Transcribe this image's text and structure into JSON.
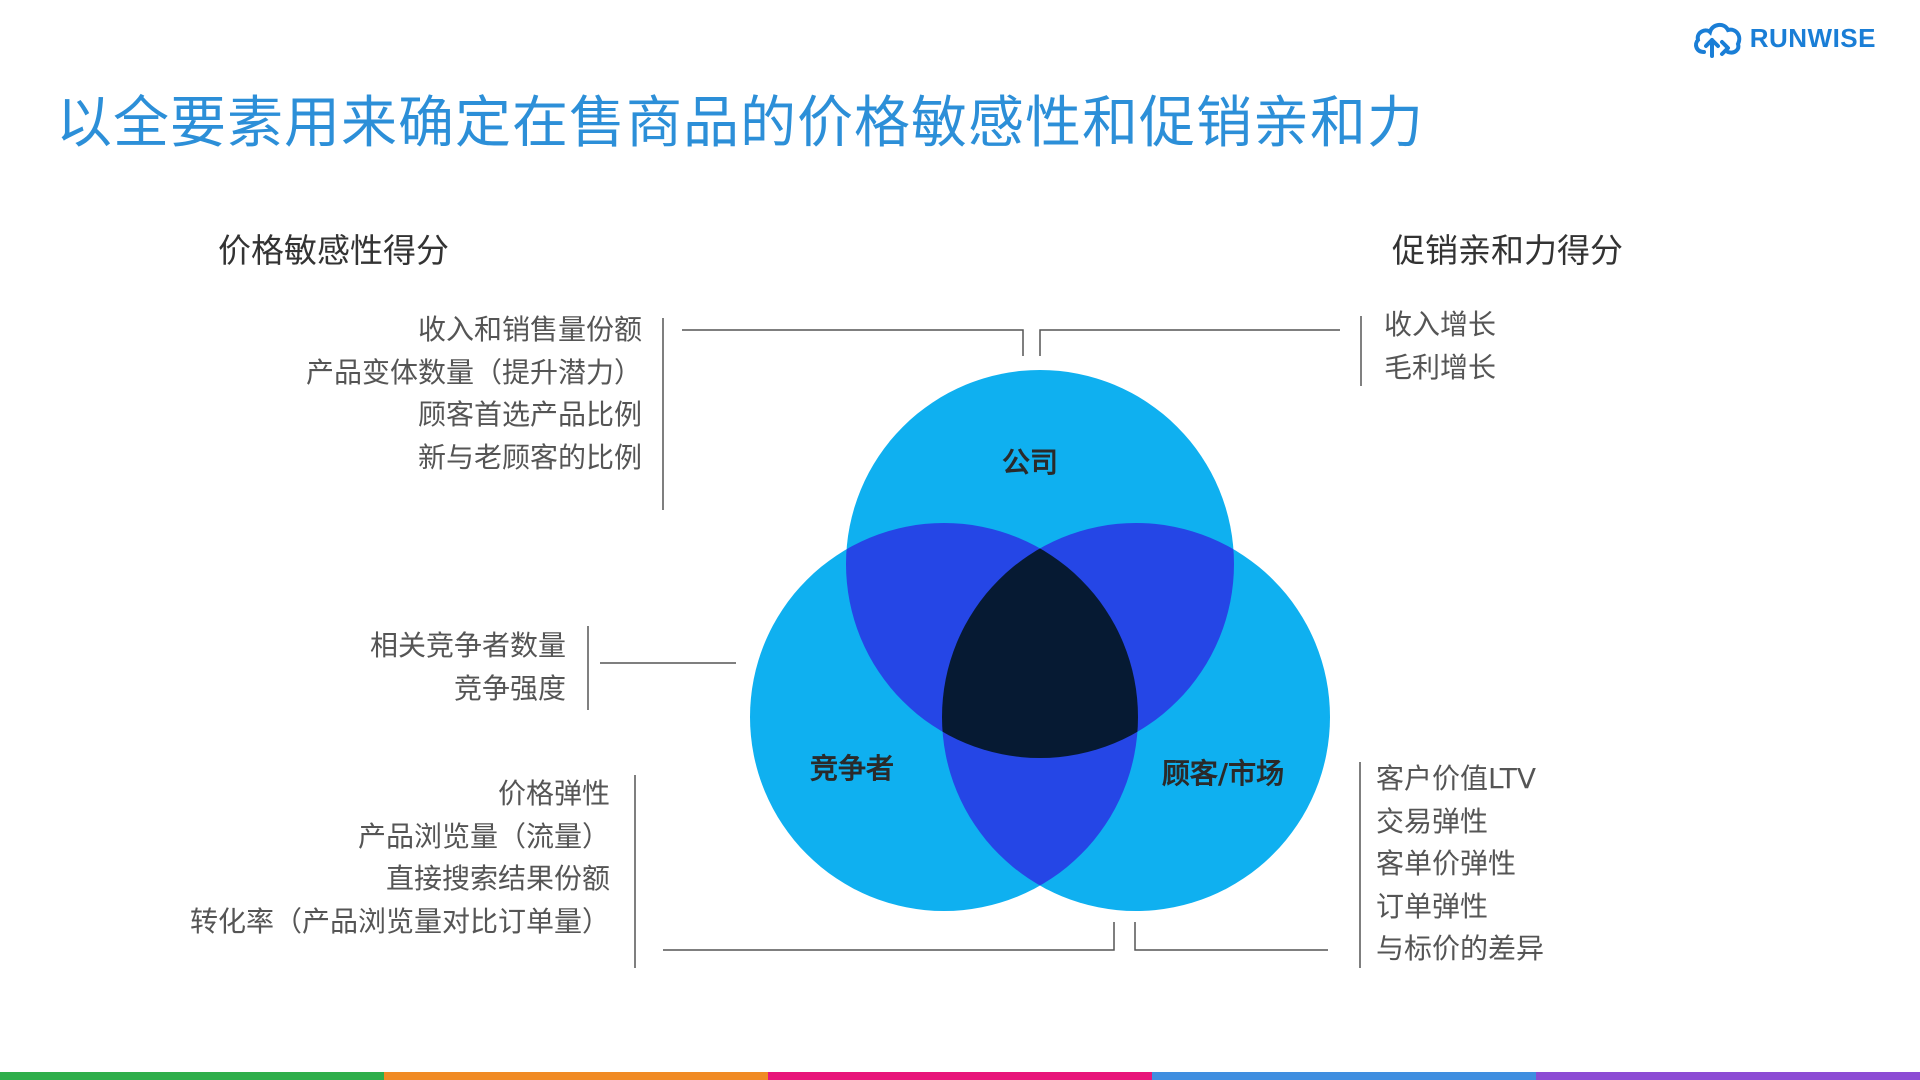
{
  "logo": {
    "text": "RUNWISE",
    "color": "#1a7ed6"
  },
  "title": {
    "text": "以全要素用来确定在售商品的价格敏感性和促销亲和力",
    "color": "#2c8fd8"
  },
  "left_header": "价格敏感性得分",
  "right_header": "促销亲和力得分",
  "company_metrics": [
    "收入和销售量份额",
    "产品变体数量（提升潜力）",
    "顾客首选产品比例",
    "新与老顾客的比例"
  ],
  "competitor_metrics_mid": [
    "相关竞争者数量",
    "竞争强度"
  ],
  "competitor_metrics_bottom": [
    "价格弹性",
    "产品浏览量（流量）",
    "直接搜索结果份额",
    "转化率（产品浏览量对比订单量）"
  ],
  "promo_metrics": [
    "收入增长",
    "毛利增长"
  ],
  "customer_metrics": [
    "客户价值LTV",
    "交易弹性",
    "客单价弹性",
    "订单弹性",
    "与标价的差异"
  ],
  "venn": {
    "labels": {
      "company": "公司",
      "competitor": "竞争者",
      "customer": "顾客/市场"
    },
    "colors": {
      "single": "#0fb0f0",
      "pair": "#2546e6",
      "center": "#061a33"
    }
  },
  "footer_colors": [
    "#2eae4a",
    "#f08a24",
    "#e8157a",
    "#3f8ee0",
    "#8c4bd4"
  ]
}
